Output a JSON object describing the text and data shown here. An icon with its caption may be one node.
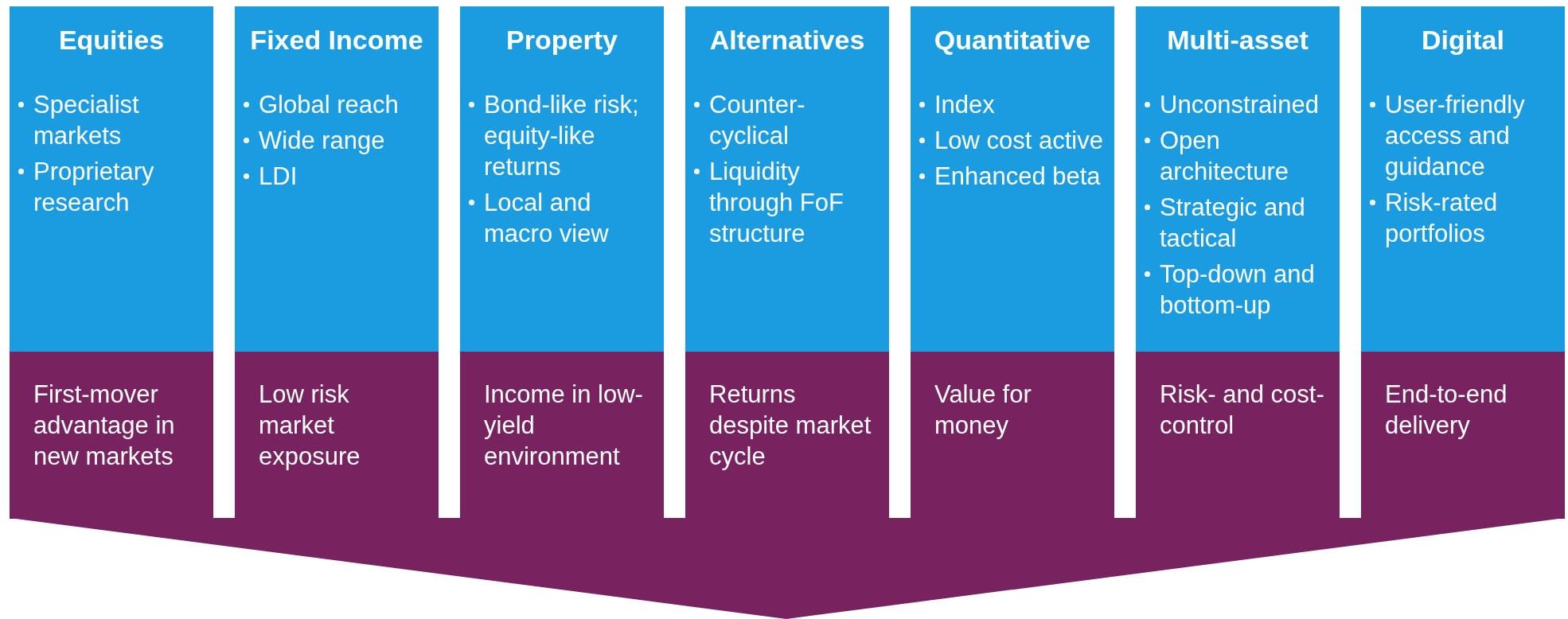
{
  "diagram": {
    "nodes": [
      {
        "text": [
          "Equities",
          "Specialist markets",
          "Proprietary research"
        ]
      },
      {
        "text": [
          "Fixed Income",
          "Global reach",
          "Wide range",
          "LDI"
        ]
      },
      {
        "text": [
          "Property",
          "Bond-like risk; equity-like returns",
          "Local and macro view"
        ]
      },
      {
        "text": [
          "Alternatives",
          "Counter-cyclical",
          "Liquidity through FoF structure"
        ]
      },
      {
        "text": [
          "Quantitative",
          "Index",
          "Low cost active",
          "Enhanced beta"
        ]
      },
      {
        "text": [
          "Multi-asset",
          "Unconstrained",
          "Open architecture",
          "Strategic and tactical",
          "Top-down and bottom-up"
        ]
      },
      {
        "text": [
          "Digital",
          "User-friendly access and guidance",
          "Risk-rated portfolios"
        ]
      },
      {
        "text": [
          "First-mover advantage in new markets"
        ]
      },
      {
        "text": [
          "Low risk market exposure"
        ]
      },
      {
        "text": [
          "Income in low-yield environment"
        ]
      },
      {
        "text": [
          "Returns despite market cycle"
        ]
      },
      {
        "text": [
          "Value for money"
        ]
      },
      {
        "text": [
          "Risk- and cost-control"
        ]
      },
      {
        "text": [
          "End-to-end delivery"
        ]
      }
    ]
  }
}
